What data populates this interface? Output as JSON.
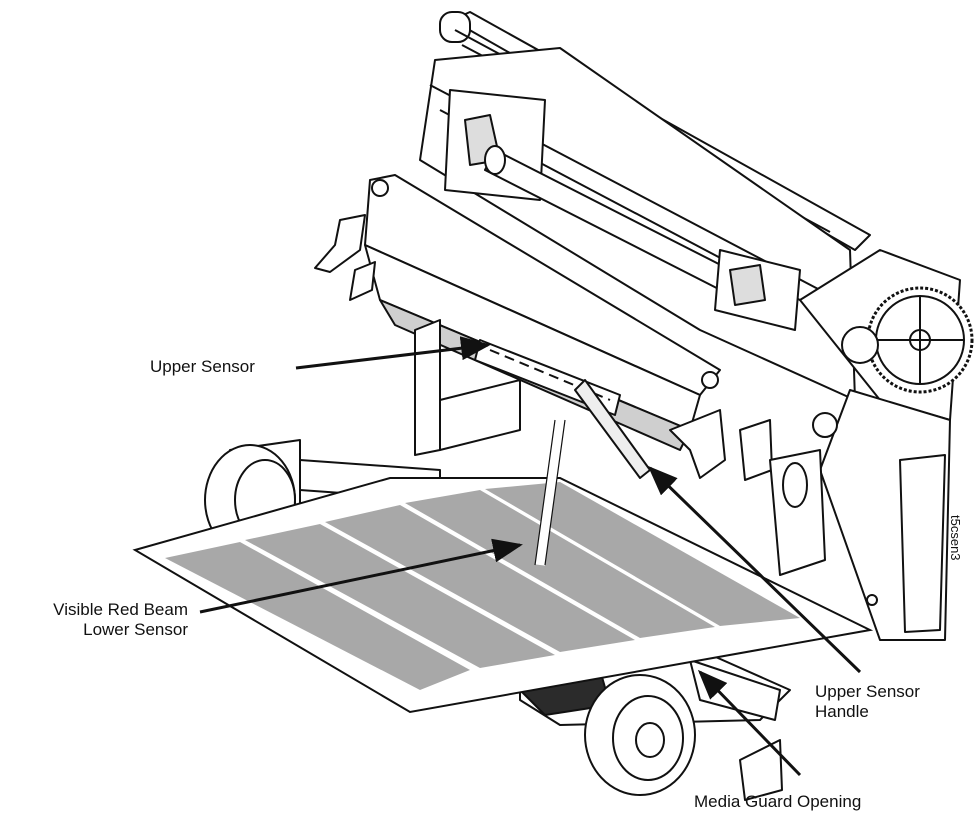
{
  "labels": {
    "upper_sensor": "Upper Sensor",
    "red_beam_line1": "Visible Red Beam",
    "red_beam_line2": "Lower Sensor",
    "handle_line1": "Upper Sensor",
    "handle_line2": "Handle",
    "media_guard": "Media Guard Opening"
  },
  "figure_id": "t5csen3",
  "colors": {
    "line": "#111111",
    "label_fill": "#a8a8a8",
    "label_gap": "#ffffff",
    "body": "#ffffff",
    "dark_band": "#2b2b2b"
  }
}
